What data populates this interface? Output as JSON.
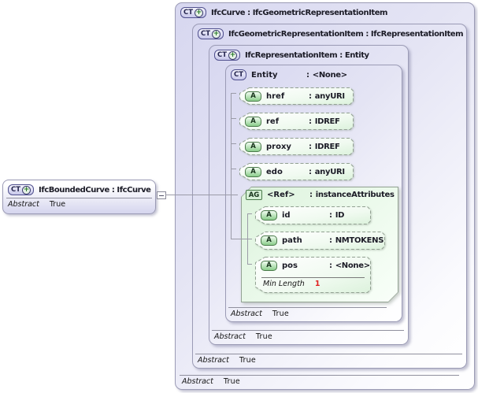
{
  "badges": {
    "ct": "CT",
    "plus": "+",
    "attr": "A",
    "group": "AG"
  },
  "sep": ":",
  "left_box": {
    "title": "IfcBoundedCurve : IfcCurve"
  },
  "boxes": {
    "ifccurve": {
      "title": "IfcCurve : IfcGeometricRepresentationItem"
    },
    "ifcgeometric": {
      "title": "IfcGeometricRepresentationItem : IfcRepresentationItem"
    },
    "ifcrepresentation": {
      "title": "IfcRepresentationItem : Entity"
    },
    "entity": {
      "name": "Entity",
      "type": "<None>"
    }
  },
  "abstract": {
    "label": "Abstract",
    "value": "True"
  },
  "attributes": [
    {
      "name": "href",
      "type": "anyURI"
    },
    {
      "name": "ref",
      "type": "IDREF"
    },
    {
      "name": "proxy",
      "type": "IDREF"
    },
    {
      "name": "edo",
      "type": "anyURI"
    }
  ],
  "attr_group": {
    "name": "<Ref>",
    "type": "instanceAttributes",
    "attributes": [
      {
        "name": "id",
        "type": "ID"
      },
      {
        "name": "path",
        "type": "NMTOKENS"
      },
      {
        "name": "pos",
        "type": "<None>",
        "facet_label": "Min Length",
        "facet_value": "1"
      }
    ]
  },
  "colors": {
    "lavender_fill": "#d7d7f0",
    "box_border": "#9b9bb5",
    "attr_green_fill": "#dff4df",
    "attr_border": "#93a293",
    "line": "#9b9ba8",
    "facet_value_red": "#e02020"
  }
}
